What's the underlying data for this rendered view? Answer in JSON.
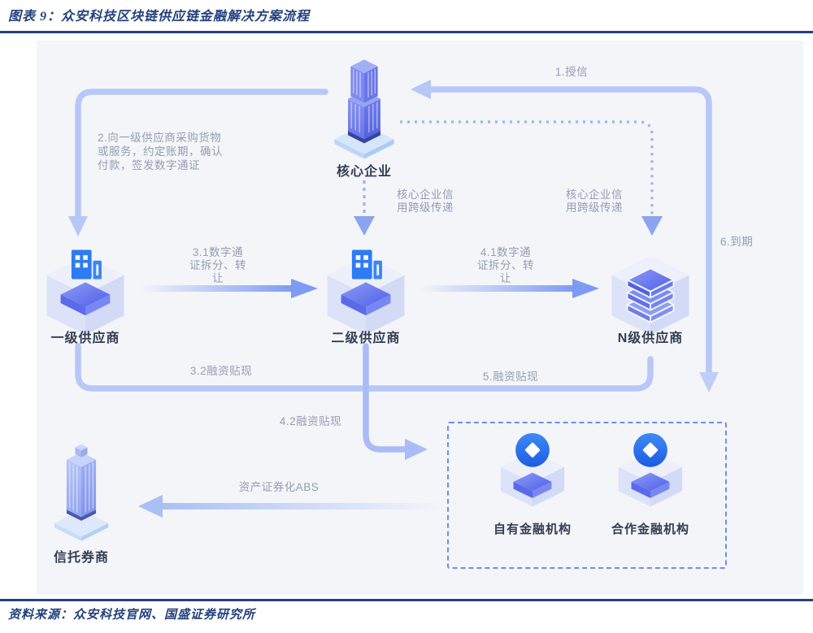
{
  "header": {
    "title": "图表 9：众安科技区块链供应链金融解决方案流程"
  },
  "footer": {
    "source": "资料来源：众安科技官网、国盛证券研究所"
  },
  "nodes": {
    "core": "核心企业",
    "tier1": "一级供应商",
    "tier2": "二级供应商",
    "tierN": "N级供应商",
    "own_fi": "自有金融机构",
    "partner_fi": "合作金融机构",
    "trust": "信托券商"
  },
  "flows": {
    "f1": "1.授信",
    "f6": "6.到期",
    "f2_lines": [
      "2.向一级供应商采购货物",
      "或服务，约定账期，确认",
      "付款，签发数字通证"
    ],
    "f31_lines": [
      "3.1数字通",
      "证拆分、转",
      "让"
    ],
    "f41_lines": [
      "4.1数字通",
      "证拆分、转",
      "让"
    ],
    "credit_left_lines": [
      "核心企业信",
      "用跨级传递"
    ],
    "credit_right_lines": [
      "核心企业信",
      "用跨级传递"
    ],
    "f32": "3.2融资贴现",
    "f42": "4.2融资贴现",
    "f5": "5.融资贴现",
    "abs": "资产证券化ABS"
  },
  "colors": {
    "accent_navy": "#24417d",
    "panel_bg": "#f3f5f9",
    "flow_line": "#b7c7f7",
    "token_arrow": "#7e9bf4",
    "dashed_arrow": "#8ca3ef",
    "fi_box_border": "#6d8df2",
    "label_gray": "#959db1",
    "node_text": "#333c52",
    "icon_blue": "#2e7bf3",
    "slab_blue": "#5b6ae9"
  }
}
